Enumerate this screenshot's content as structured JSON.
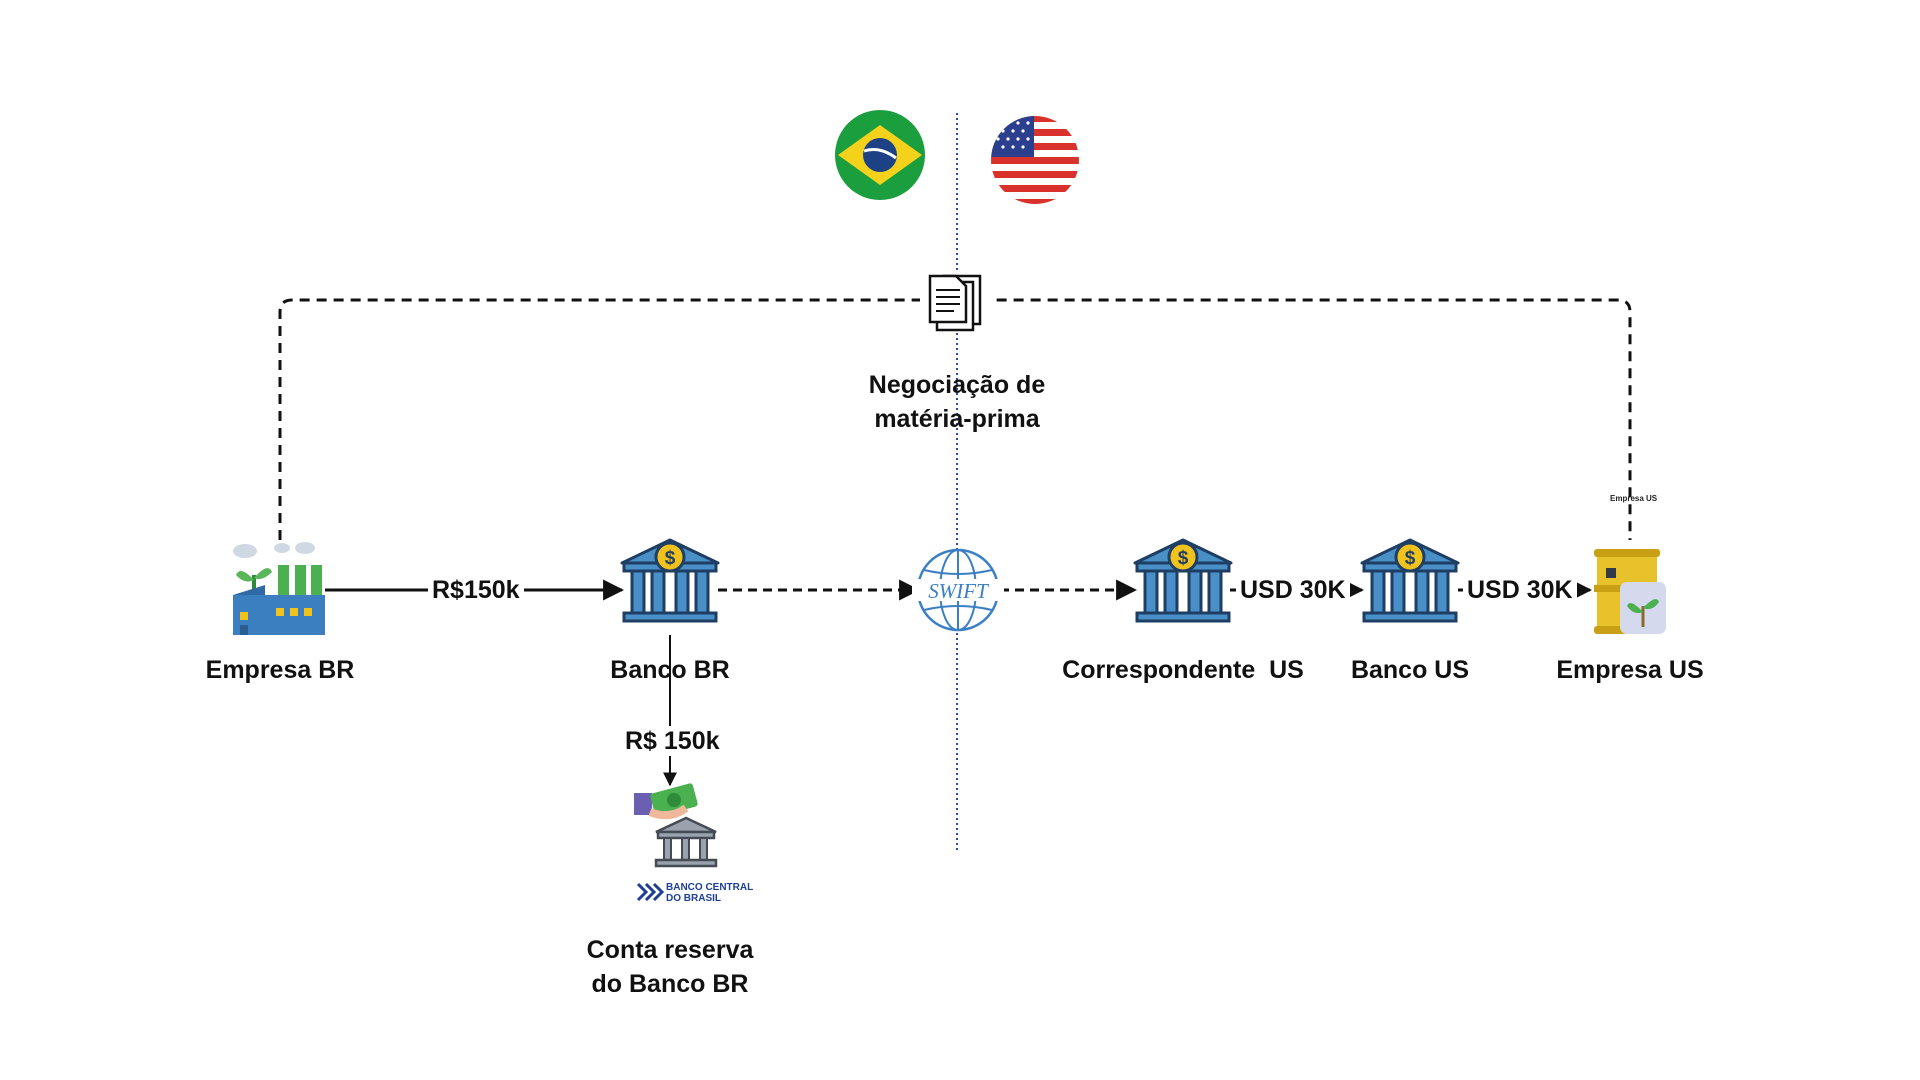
{
  "flags": {
    "left_icon": "brazil-flag-icon",
    "right_icon": "usa-flag-icon"
  },
  "negotiation": {
    "icon": "contract-documents-icon",
    "label_line1": "Negociação de",
    "label_line2": "matéria-prima"
  },
  "nodes": {
    "empresa_br": {
      "label": "Empresa BR",
      "icon": "factory-icon"
    },
    "banco_br": {
      "label": "Banco BR",
      "icon": "bank-icon"
    },
    "swift": {
      "label": "SWIFT",
      "icon": "swift-globe-icon"
    },
    "correspondente_us": {
      "label": "Correspondente  US",
      "icon": "bank-icon"
    },
    "banco_us": {
      "label": "Banco US",
      "icon": "bank-icon"
    },
    "empresa_us": {
      "label": "Empresa US",
      "small_label": "Empresa US",
      "icon": "oil-barrel-plant-icon"
    },
    "conta_reserva": {
      "label_line1": "Conta reserva",
      "label_line2": "do Banco BR",
      "icon": "deposit-bank-icon",
      "logo_line1": "BANCO CENTRAL",
      "logo_line2": "DO BRASIL"
    }
  },
  "edges": {
    "empresa_to_banco": "R$150k",
    "banco_to_reserva": "R$ 150k",
    "corresp_to_banco_us": "USD 30K",
    "banco_us_to_empresa": "USD 30K"
  },
  "colors": {
    "brazil_green": "#1b9e3e",
    "brazil_yellow": "#f4d11a",
    "brazil_blue": "#1d4185",
    "usa_red": "#d9312b",
    "usa_blue": "#2b3f8e",
    "bank_blue": "#4a90c8",
    "bank_gold": "#f2c21c",
    "divider_blue": "#2c4ea0",
    "swift_blue": "#3b7fc4"
  }
}
